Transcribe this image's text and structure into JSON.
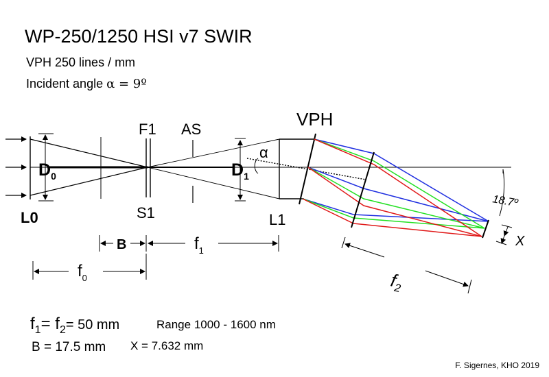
{
  "title": "WP-250/1250 HSI v7 SWIR",
  "subtitle_grating": "VPH 250 lines / mm",
  "subtitle_angle_label": "Incident angle",
  "subtitle_angle_value": "α = 9º",
  "labels": {
    "f1_slit": "F1",
    "aperture_stop": "AS",
    "vph": "VPH",
    "lens_l0": "L0",
    "slit_s1": "S1",
    "lens_l1": "L1",
    "d0": "D",
    "d0_sub": "0",
    "d1": "D",
    "d1_sub": "1",
    "alpha": "α",
    "angle_18_7": "18.7º",
    "x_dim": "X",
    "b_dim": "B",
    "f_focal": "f",
    "f1_sub": "1",
    "f0_sub": "0",
    "f2_sub": "2"
  },
  "specs": {
    "f_equal_part1": "f",
    "f_equal_sub1": "1",
    "f_equal_mid": "= f",
    "f_equal_sub2": "2",
    "f_equal_part2": "= 50 mm",
    "range": "Range 1000 - 1600 nm",
    "b_value": "B = 17.5 mm",
    "x_value": "X = 7.632 mm"
  },
  "credit": "F. Sigernes, KHO 2019",
  "colors": {
    "blue_ray": "#1f2fe0",
    "green_ray": "#22e022",
    "red_ray": "#e01818",
    "line": "#000000"
  }
}
